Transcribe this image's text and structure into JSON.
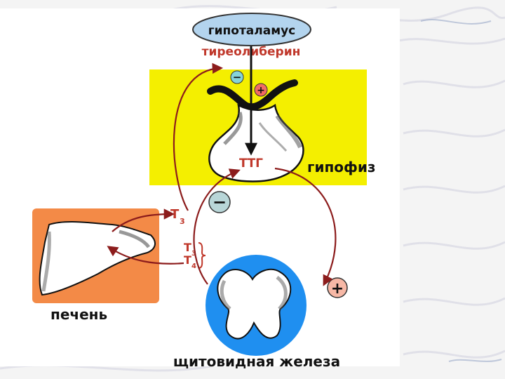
{
  "diagram": {
    "hypothalamus_label": "гипоталамус",
    "hormone_top": "тиреолиберин",
    "pituitary_hormone": "ТТГ",
    "pituitary_label": "гипофиз",
    "liver_label": "печень",
    "thyroid_label": "щитовидная железа",
    "t3_letter": "T",
    "t3_sub": "3",
    "t4_sub": "4",
    "sign_minus": "−",
    "sign_plus": "+"
  },
  "colors": {
    "hypothalamus_fill": "#b3d4ee",
    "pituitary_bg": "#f4ef00",
    "liver_bg": "#f38a47",
    "thyroid_circle": "#1f8ff0",
    "arrow_red": "#8c1c1c",
    "label_red": "#c0382b",
    "minus_circle": "#86d3d8",
    "plus_circle": "#f26b63",
    "big_minus_circle": "#b8d6d8",
    "big_plus_circle": "#f7b8a6"
  }
}
